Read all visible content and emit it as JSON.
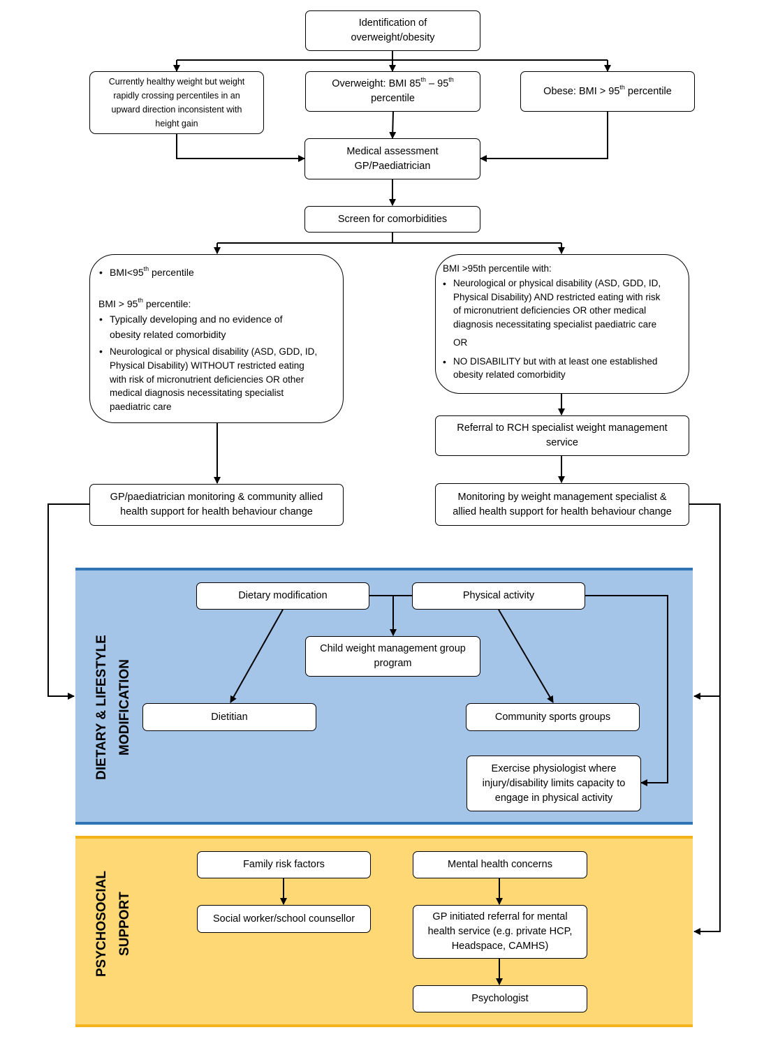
{
  "flow": {
    "identification": [
      "Identification of",
      "overweight/obesity"
    ],
    "healthy_rapid": [
      "Currently healthy weight but weight",
      "rapidly crossing percentiles in an",
      "upward direction inconsistent with",
      "height gain"
    ],
    "overweight": {
      "a": "Overweight:  BMI 85",
      "sup1": "th",
      "b": " – 95",
      "sup2": "th",
      "c": "percentile"
    },
    "obese": {
      "a": "Obese: BMI > 95",
      "sup": "th",
      "b": " percentile"
    },
    "medical_assessment": [
      "Medical assessment",
      "GP/Paediatrician"
    ],
    "screen": "Screen for comorbidities",
    "left_criteria": {
      "b1_pre": "BMI<95",
      "b1_sup": "th",
      "b1_post": " percentile",
      "heading_pre": "BMI > 95",
      "heading_sup": "th",
      "heading_post": " percentile:",
      "b2": [
        "Typically developing and no evidence of",
        "obesity related comorbidity"
      ],
      "b3": [
        "Neurological or physical disability (ASD, GDD, ID,",
        "Physical Disability) WITHOUT restricted eating",
        "with risk of micronutrient deficiencies OR other",
        "medical diagnosis necessitating specialist",
        "paediatric care"
      ]
    },
    "right_criteria": {
      "heading": "BMI >95th percentile with:",
      "b1": [
        "Neurological or physical disability (ASD, GDD, ID,",
        "Physical Disability) AND restricted eating with risk",
        "of micronutrient deficiencies OR other medical",
        "diagnosis necessitating specialist paediatric care"
      ],
      "or": "OR",
      "b2": [
        "NO DISABILITY but with at least one established",
        "obesity related comorbidity"
      ]
    },
    "referral_rch": [
      "Referral to RCH specialist weight management",
      "service"
    ],
    "gp_monitoring": [
      "GP/paediatrician monitoring & community allied",
      "health support for health behaviour change"
    ],
    "specialist_monitoring": [
      "Monitoring by weight management specialist &",
      "allied health support for health behaviour change"
    ]
  },
  "diet_panel": {
    "label": [
      "DIETARY & LIFESTYLE",
      "MODIFICATION"
    ],
    "dietary_modification": "Dietary modification",
    "physical_activity": "Physical activity",
    "group_program": [
      "Child weight management group",
      "program"
    ],
    "dietitian": "Dietitian",
    "community_sports": "Community sports groups",
    "exercise_physiologist": [
      "Exercise physiologist where",
      "injury/disability limits capacity to",
      "engage in physical activity"
    ]
  },
  "psych_panel": {
    "label": [
      "PSYCHOSOCIAL",
      "SUPPORT"
    ],
    "family_risk": "Family risk factors",
    "social_worker": "Social worker/school counsellor",
    "mental_health": "Mental health concerns",
    "gp_referral": [
      "GP initiated referral for mental",
      "health service (e.g. private HCP,",
      "Headspace, CAMHS)"
    ],
    "psychologist": "Psychologist"
  },
  "colors": {
    "diet_panel_fill": "#a4c5e7",
    "diet_panel_border": "#2e74b5",
    "psych_panel_fill": "#fdd874",
    "psych_panel_border": "#f4b31a",
    "line": "#000000"
  }
}
